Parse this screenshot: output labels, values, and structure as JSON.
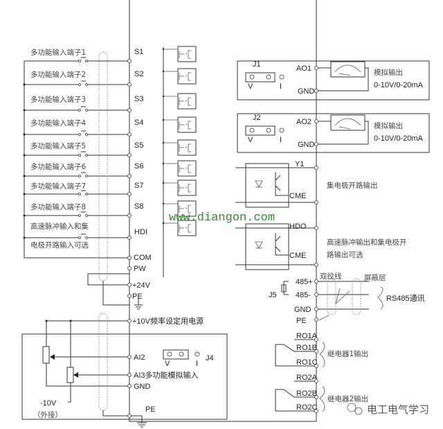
{
  "inputs": [
    {
      "label": "多功能输入端子1",
      "terminal": "S1"
    },
    {
      "label": "多功能输入端子2",
      "terminal": "S2"
    },
    {
      "label": "多功能输入端子3",
      "terminal": "S3"
    },
    {
      "label": "多功能输入端子4",
      "terminal": "S4"
    },
    {
      "label": "多功能输入端子5",
      "terminal": "S5"
    },
    {
      "label": "多功能输入端子6",
      "terminal": "S6"
    },
    {
      "label": "多功能输入端子7",
      "terminal": "S7"
    },
    {
      "label": "多功能输入端子8",
      "terminal": "S8"
    },
    {
      "label": "高速脉冲输入和集",
      "label2": "电极开路输入可选",
      "terminal": "HDI"
    }
  ],
  "power": {
    "com": "COM",
    "pw": "PW",
    "v24": "+24V",
    "pe": "PE",
    "v10": "+10V频率设定用电源",
    "ai2": "AI2",
    "ai3": "AI3多功能模拟输入",
    "gnd": "GND",
    "pe2": "PE",
    "neg10": "-10V",
    "external": "（外接）",
    "j4": "J4",
    "v": "V",
    "i": "I"
  },
  "analog_out": [
    {
      "jumper": "J1",
      "v": "V",
      "i": "I",
      "ao": "AO1",
      "gnd": "GND",
      "desc1": "模拟输出",
      "desc2": "0-10V/0-20mA"
    },
    {
      "jumper": "J2",
      "v": "V",
      "i": "I",
      "ao": "AO2",
      "gnd": "GND",
      "desc1": "模拟输出",
      "desc2": "0-10V/0-20mA"
    }
  ],
  "collector": {
    "y1": "Y1",
    "cme1": "CME",
    "desc1": "集电极开路输出",
    "hdo": "HDO",
    "cme2": "CME",
    "desc2a": "高速脉冲输出和集电极开",
    "desc2b": "路输出可选"
  },
  "rs485": {
    "p": "485+",
    "n": "485-",
    "gnd": "GND",
    "pe": "PE",
    "j5": "J5",
    "twisted": "双绞线",
    "shield": "屏蔽层",
    "desc": "RS485通讯"
  },
  "relays": {
    "ro1a": "RO1A",
    "ro1b": "RO1B",
    "ro1c": "RO1C",
    "desc1": "继电器1输出",
    "ro2a": "RO2A",
    "ro2b": "RO2B",
    "ro2c": "RO2C",
    "desc2": "继电器2输出"
  },
  "watermark": "www.diangon.com",
  "logo": "电工电气学习"
}
